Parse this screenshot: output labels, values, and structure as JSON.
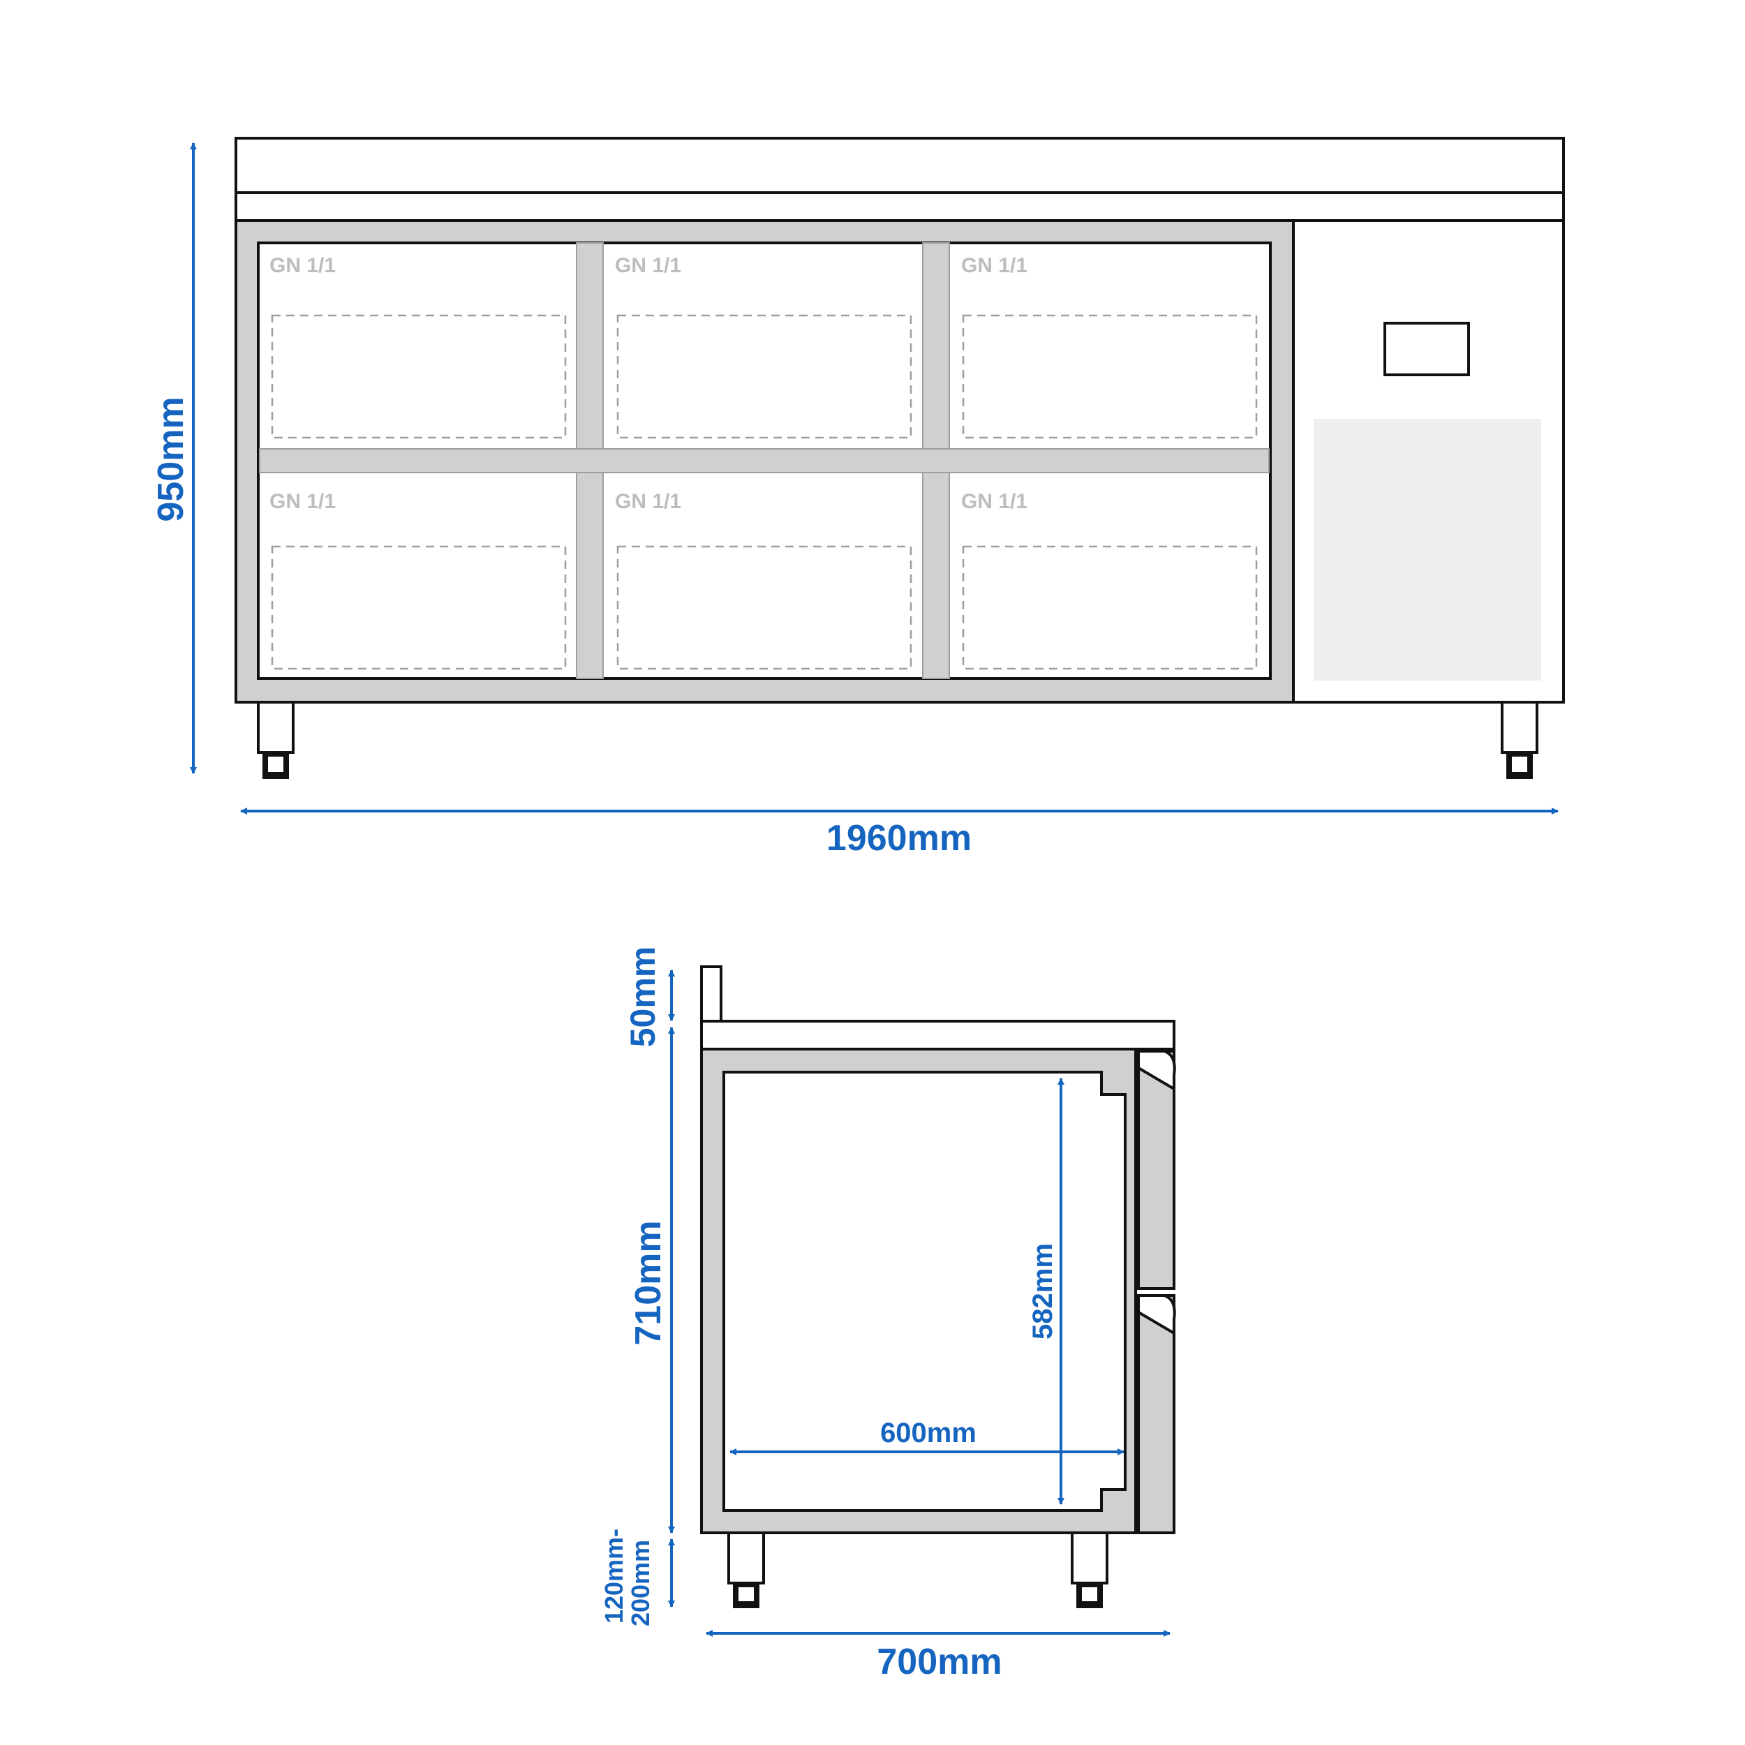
{
  "front_view": {
    "height_label": "950mm",
    "width_label": "1960mm",
    "compartments": [
      {
        "label": "GN 1/1"
      },
      {
        "label": "GN 1/1"
      },
      {
        "label": "GN 1/1"
      },
      {
        "label": "GN 1/1"
      },
      {
        "label": "GN 1/1"
      },
      {
        "label": "GN 1/1"
      }
    ]
  },
  "side_view": {
    "backsplash_label": "50mm",
    "body_height_label": "710mm",
    "leg_height_label_line1": "120mm-",
    "leg_height_label_line2": "200mm",
    "depth_label": "700mm",
    "interior_depth_label": "600mm",
    "interior_height_label": "582mm"
  },
  "colors": {
    "dimension": "#1565c0",
    "outline": "#111111",
    "panel_fill": "#d0d0d0",
    "compressor_panel": "#eeeeee"
  }
}
